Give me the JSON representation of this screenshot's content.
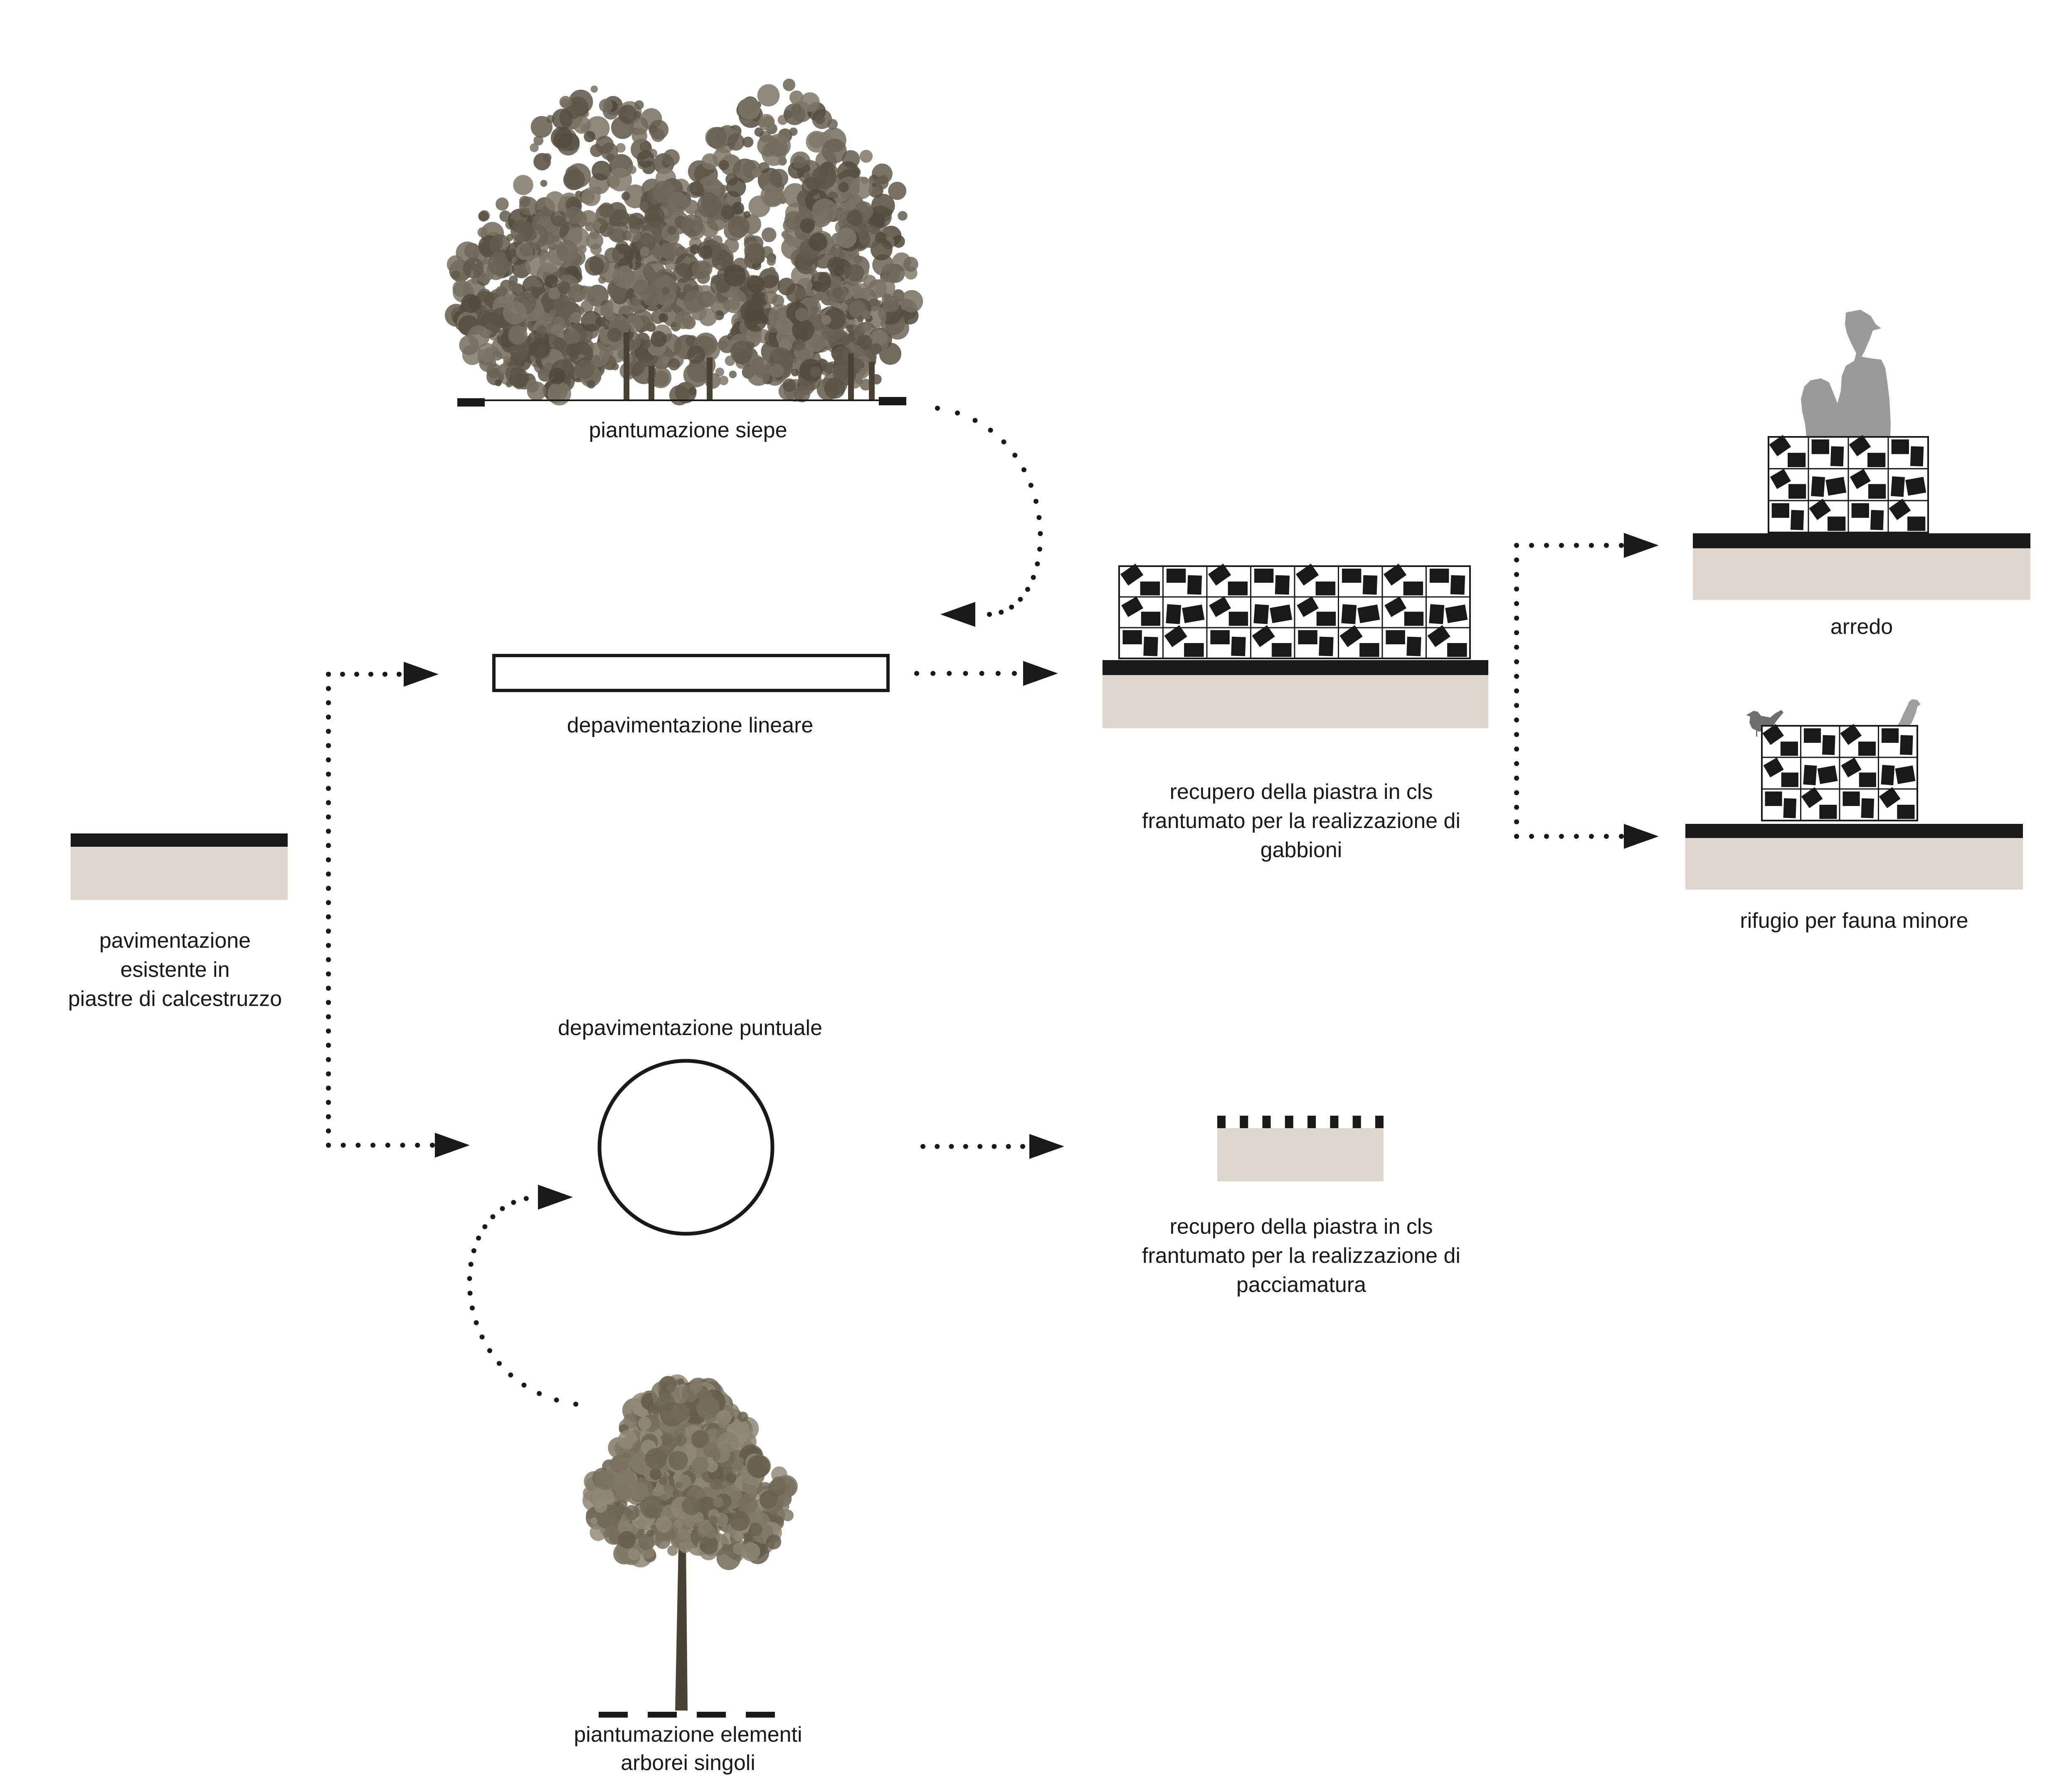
{
  "diagram": {
    "type": "process-flow",
    "subject": "depavimentazione e recupero della piastra in cls",
    "colors": {
      "ink": "#1a1917",
      "soil": "#ded6cd",
      "foliage": "#7a6e5a",
      "trunk": "#4a4236",
      "person": "#9a9a9a",
      "bird_dark": "#6e6e6e",
      "bird_light": "#9e9e9e",
      "background": "#ffffff"
    },
    "nodes": {
      "existing": {
        "label_lines": [
          "pavimentazione",
          "esistente in",
          "piastre di calcestruzzo"
        ],
        "icon": "paving-section-icon"
      },
      "hedge": {
        "label_lines": [
          "piantumazione siepe"
        ],
        "icon": "hedge-trees-icon"
      },
      "linear": {
        "label_lines": [
          "depavimentazione lineare"
        ],
        "icon": "linear-cut-rectangle-icon"
      },
      "point": {
        "label_lines": [
          "depavimentazione puntuale"
        ],
        "icon": "point-cut-circle-icon"
      },
      "single_tree": {
        "label_lines": [
          "piantumazione elementi",
          "arborei singoli"
        ],
        "icon": "single-tree-icon"
      },
      "gabions": {
        "label_lines": [
          "recupero della piastra in cls",
          "frantumato per la realizzazione di",
          "gabbioni"
        ],
        "icon": "gabion-wall-icon",
        "grid": {
          "cols": 8,
          "rows": 3
        }
      },
      "mulch": {
        "label_lines": [
          "recupero della piastra in cls",
          "frantumato per la realizzazione di",
          "pacciamatura"
        ],
        "icon": "mulch-section-icon",
        "dash_count": 8
      },
      "furniture": {
        "label_lines": [
          "arredo"
        ],
        "icon": "gabion-seat-with-person-icon",
        "grid": {
          "cols": 4,
          "rows": 3
        }
      },
      "fauna": {
        "label_lines": [
          "rifugio per fauna minore"
        ],
        "icon": "gabion-shelter-with-birds-icon",
        "grid": {
          "cols": 4,
          "rows": 3
        }
      }
    },
    "edges": [
      {
        "from": "existing",
        "to": "linear",
        "style": "dotted-arrow"
      },
      {
        "from": "existing",
        "to": "point",
        "style": "dotted-arrow"
      },
      {
        "from": "hedge",
        "to": "linear",
        "style": "dotted-curved-arrow"
      },
      {
        "from": "single_tree",
        "to": "point",
        "style": "dotted-curved-arrow"
      },
      {
        "from": "linear",
        "to": "gabions",
        "style": "dotted-arrow"
      },
      {
        "from": "point",
        "to": "mulch",
        "style": "dotted-arrow"
      },
      {
        "from": "gabions",
        "to": "furniture",
        "style": "dotted-arrow"
      },
      {
        "from": "gabions",
        "to": "fauna",
        "style": "dotted-arrow"
      }
    ]
  }
}
